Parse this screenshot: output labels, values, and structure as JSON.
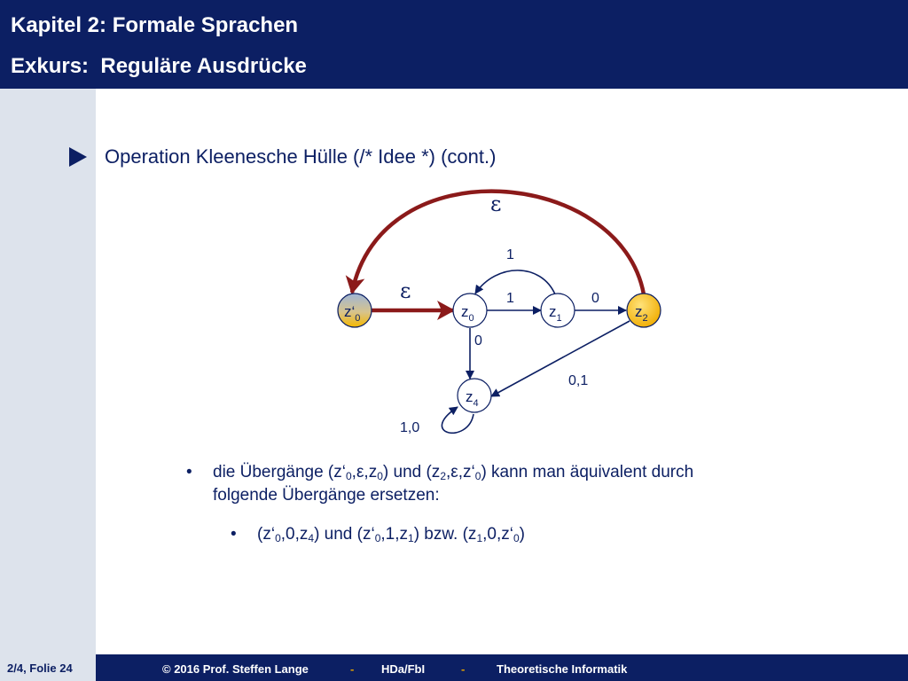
{
  "header": {
    "title": "Kapitel 2: Formale Sprachen",
    "subtitle": "Exkurs:  Reguläre Ausdrücke"
  },
  "footer": {
    "slide": "2/4, Folie 24",
    "copyright": "© 2016 Prof. Steffen Lange",
    "sep": "-",
    "org": "HDa/FbI",
    "course": "Theoretische Informatik"
  },
  "main": {
    "heading": "Operation Kleenesche Hülle (/* Idee *) (cont.)"
  },
  "diagram": {
    "states": [
      {
        "id": "zs0",
        "base": "z‘",
        "sub": "0",
        "color": "#f5b800"
      },
      {
        "id": "z0",
        "base": "z",
        "sub": "0"
      },
      {
        "id": "z1",
        "base": "z",
        "sub": "1"
      },
      {
        "id": "z2",
        "base": "z",
        "sub": "2",
        "color": "#f5b800"
      },
      {
        "id": "z4",
        "base": "z",
        "sub": "4"
      }
    ],
    "labels": {
      "eps_top": "ε",
      "eps_left": "ε",
      "z0_z1": "1",
      "z1_z0": "1",
      "z1_z2": "0",
      "z0_z4": "0",
      "z2_z4": "0,1",
      "z4_loop": "1,0"
    },
    "colors": {
      "epsilon_arrow": "#8b1a1a",
      "edges": "#0c1f63",
      "accept": "#f5b800"
    }
  },
  "bullets": {
    "b1_line1": {
      "p1": "die Übergänge (z‘",
      "s1": "0",
      "p2": ",ε,z",
      "s2": "0",
      "p3": ") und (z",
      "s3": "2",
      "p4": ",ε,z‘",
      "s4": "0",
      "p5": ") kann man äquivalent durch"
    },
    "b1_line2": "folgende Übergänge ersetzen:",
    "b2": {
      "p1": "(z‘",
      "s1": "0",
      "p2": ",0,z",
      "s2": "4",
      "p3": ") und (z‘",
      "s3": "0",
      "p4": ",1,z",
      "s4": "1",
      "p5": ") bzw. (z",
      "s5": "1",
      "p6": ",0,z‘",
      "s6": "0",
      "p7": ")"
    },
    "marker": "•"
  }
}
